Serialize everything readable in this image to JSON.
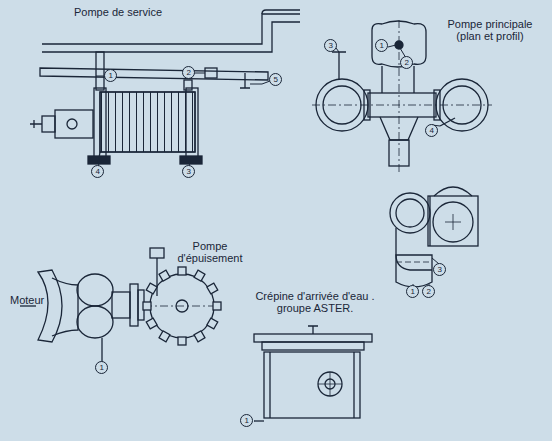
{
  "diagram": {
    "labels": [
      "Pompe de service",
      "1",
      "2",
      "5",
      "4",
      "3",
      "Pompe principale (plan et profil)",
      "3",
      "1",
      "2",
      "4",
      "3",
      "1",
      "2",
      "Pompe d'épuisement",
      "Moteur",
      "1",
      "Crépine d'arrivée d'eau . groupe ASTER.",
      "1"
    ]
  }
}
